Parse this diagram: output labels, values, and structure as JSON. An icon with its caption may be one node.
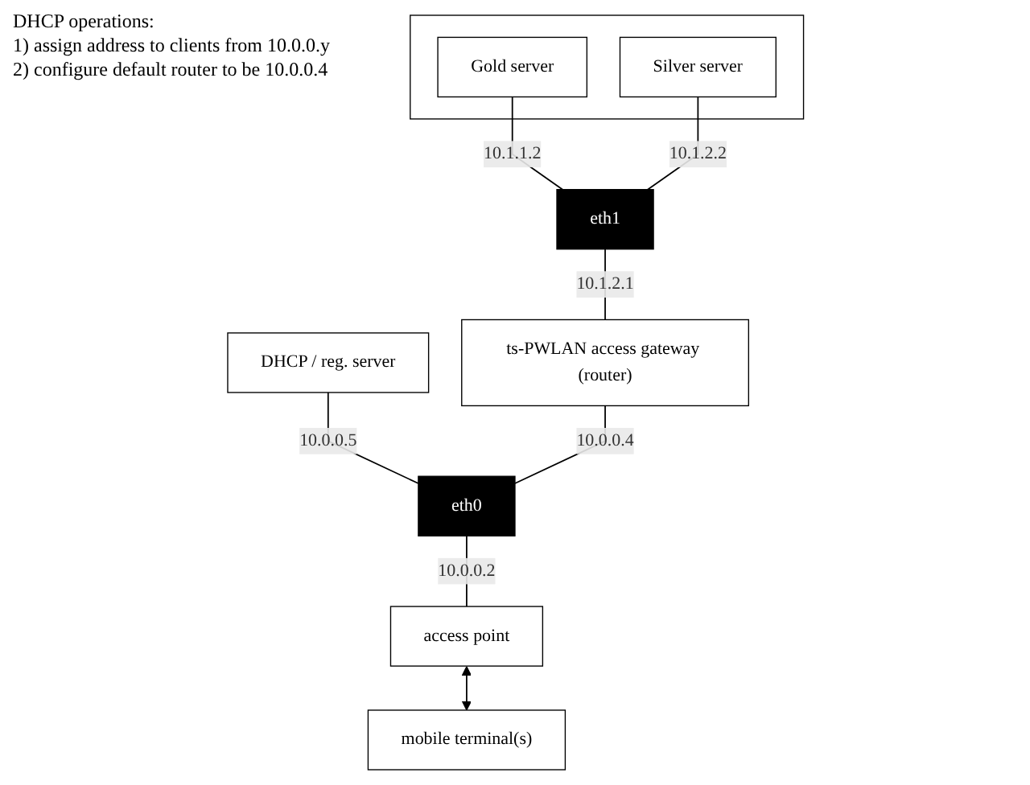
{
  "diagram": {
    "nodes": [
      {
        "text": [],
        "shape": "box"
      },
      {
        "text": [
          "Gold server"
        ],
        "in": 0
      },
      {
        "text": [
          "Silver server"
        ],
        "in": 0
      },
      {
        "text": [
          "eth1"
        ]
      },
      {
        "text": [
          "DHCP / reg. server"
        ]
      },
      {
        "text": [
          "ts-PWLAN access gateway (router)"
        ]
      },
      {
        "text": [
          "eth0"
        ]
      },
      {
        "text": [
          "access point"
        ]
      },
      {
        "text": [
          "mobile terminal(s)"
        ]
      }
    ],
    "edges": [
      {
        "from": 1,
        "to": 3,
        "arrow": "none",
        "label": "10.1.1.2"
      },
      {
        "from": 2,
        "to": 3,
        "arrow": "none",
        "label": "10.1.2.2"
      },
      {
        "from": 3,
        "to": 5,
        "arrow": "none",
        "label": "10.1.2.1"
      },
      {
        "from": 4,
        "to": 6,
        "arrow": "none",
        "label": "10.0.0.5"
      },
      {
        "from": 5,
        "to": 6,
        "arrow": "none",
        "label": "10.0.0.4"
      },
      {
        "from": 6,
        "to": 7,
        "arrow": "none",
        "label": "10.0.0.2"
      },
      {
        "from": 7,
        "to": 8,
        "arrow": "both"
      }
    ],
    "labels": [
      "DHCP operations:",
      "1) assign address to clients from 10.0.0.y",
      "2) configure default router to be 10.0.0.4"
    ]
  }
}
